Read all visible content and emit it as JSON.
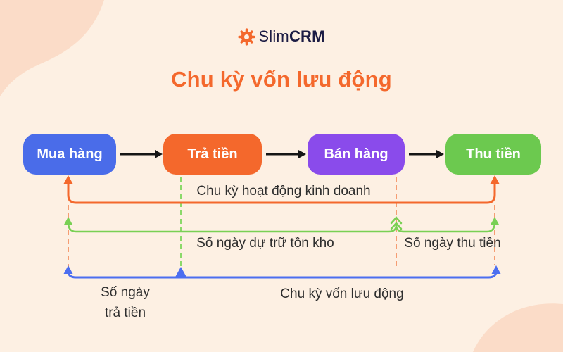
{
  "colors": {
    "background": "#fdf0e3",
    "blob": "#fbdcc8",
    "accent_orange": "#f4682c",
    "navy": "#1c1c44",
    "line_green": "#79d054",
    "line_blue": "#4c6ef0",
    "dash_orange": "#f59d73",
    "dash_green": "#8bd96a",
    "connector_black": "#161616",
    "label_text": "#2e2e2e"
  },
  "logo": {
    "brand_prefix": "Slim",
    "brand_suffix": "CRM"
  },
  "title": {
    "text": "Chu kỳ vốn lưu động"
  },
  "diagram": {
    "boxes": [
      {
        "label": "Mua hàng",
        "color": "#4a6ce9"
      },
      {
        "label": "Trả tiền",
        "color": "#f4682c"
      },
      {
        "label": "Bán hàng",
        "color": "#8a4beb"
      },
      {
        "label": "Thu tiền",
        "color": "#6cc94f"
      }
    ],
    "labels": {
      "operating_cycle": "Chu kỳ hoạt động kinh doanh",
      "inventory_days": "Số ngày dự trữ tồn kho",
      "receivable_days": "Số ngày thu tiền",
      "payable_days_line1": "Số ngày",
      "payable_days_line2": "trả tiền",
      "working_capital_cycle": "Chu kỳ vốn lưu động"
    }
  }
}
